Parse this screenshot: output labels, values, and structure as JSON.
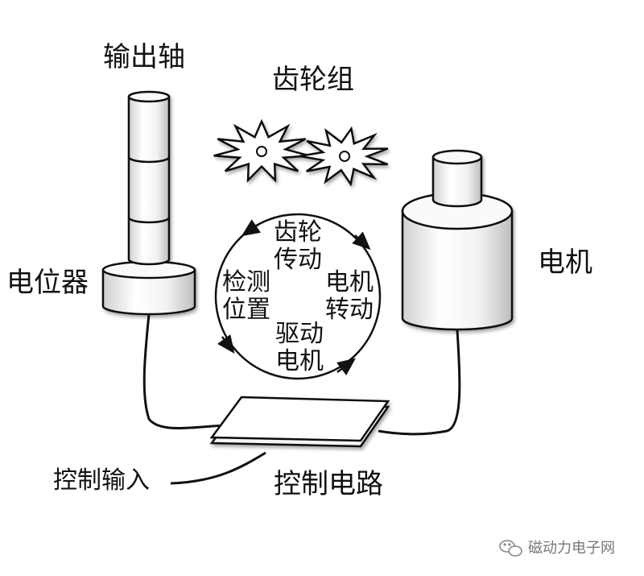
{
  "labels": {
    "output_shaft": "输出轴",
    "gear_set": "齿轮组",
    "potentiometer": "电位器",
    "motor": "电机",
    "control_circuit": "控制电路",
    "control_input": "控制输入"
  },
  "cycle": {
    "gear_drive": [
      "齿轮",
      "传动"
    ],
    "detect_position": [
      "检测",
      "位置"
    ],
    "motor_rotate": [
      "电机",
      "转动"
    ],
    "drive_motor": [
      "驱动",
      "电机"
    ]
  },
  "watermark": {
    "text": "磁动力电子网",
    "icon": "wechat-icon"
  },
  "colors": {
    "line": "#111111",
    "fill": "#ffffff",
    "shade": "#e8e8e8",
    "watermark": "#777777"
  }
}
